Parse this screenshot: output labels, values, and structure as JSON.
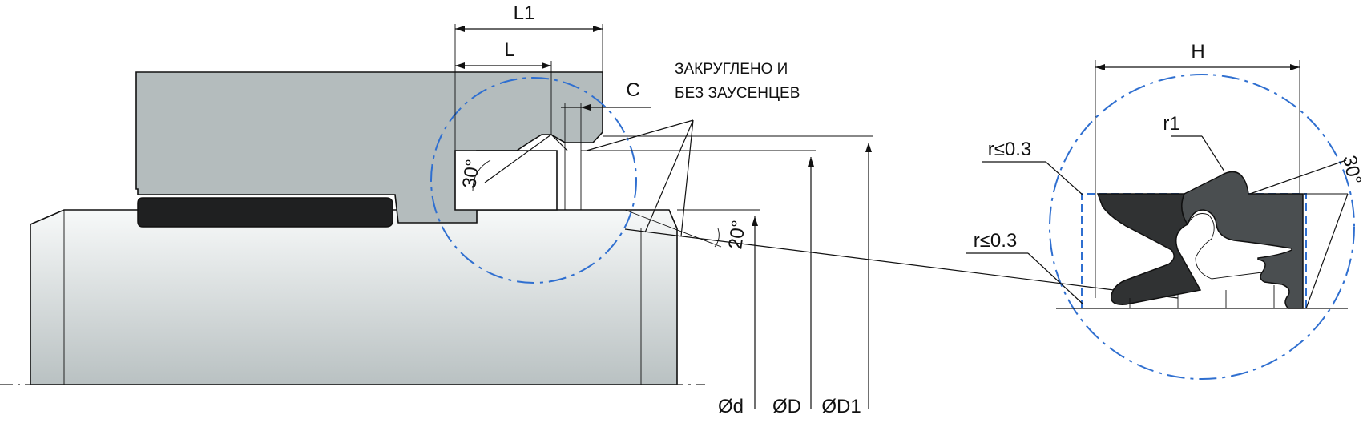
{
  "labels": {
    "L1": "L1",
    "L": "L",
    "C": "C",
    "H": "H",
    "r1": "r1",
    "r_le_top": "r≤0.3",
    "r_le_bottom": "r≤0.3",
    "angle_30_left": "30°",
    "angle_20": "20°",
    "angle_30_right": "30°",
    "dia_d": "Ød",
    "dia_D": "ØD",
    "dia_D1": "ØD1",
    "note_line1": "ЗАКРУГЛЕНО И",
    "note_line2": "БЕЗ ЗАУСЕНЦЕВ"
  },
  "colors": {
    "housing": "#b4bcbd",
    "rod_top": "#f7f9f9",
    "rod_bottom": "#b9c1c2",
    "seal_dark": "#303233",
    "seal_light": "#4a4e50",
    "detail_circle": "#2f6fd0"
  }
}
